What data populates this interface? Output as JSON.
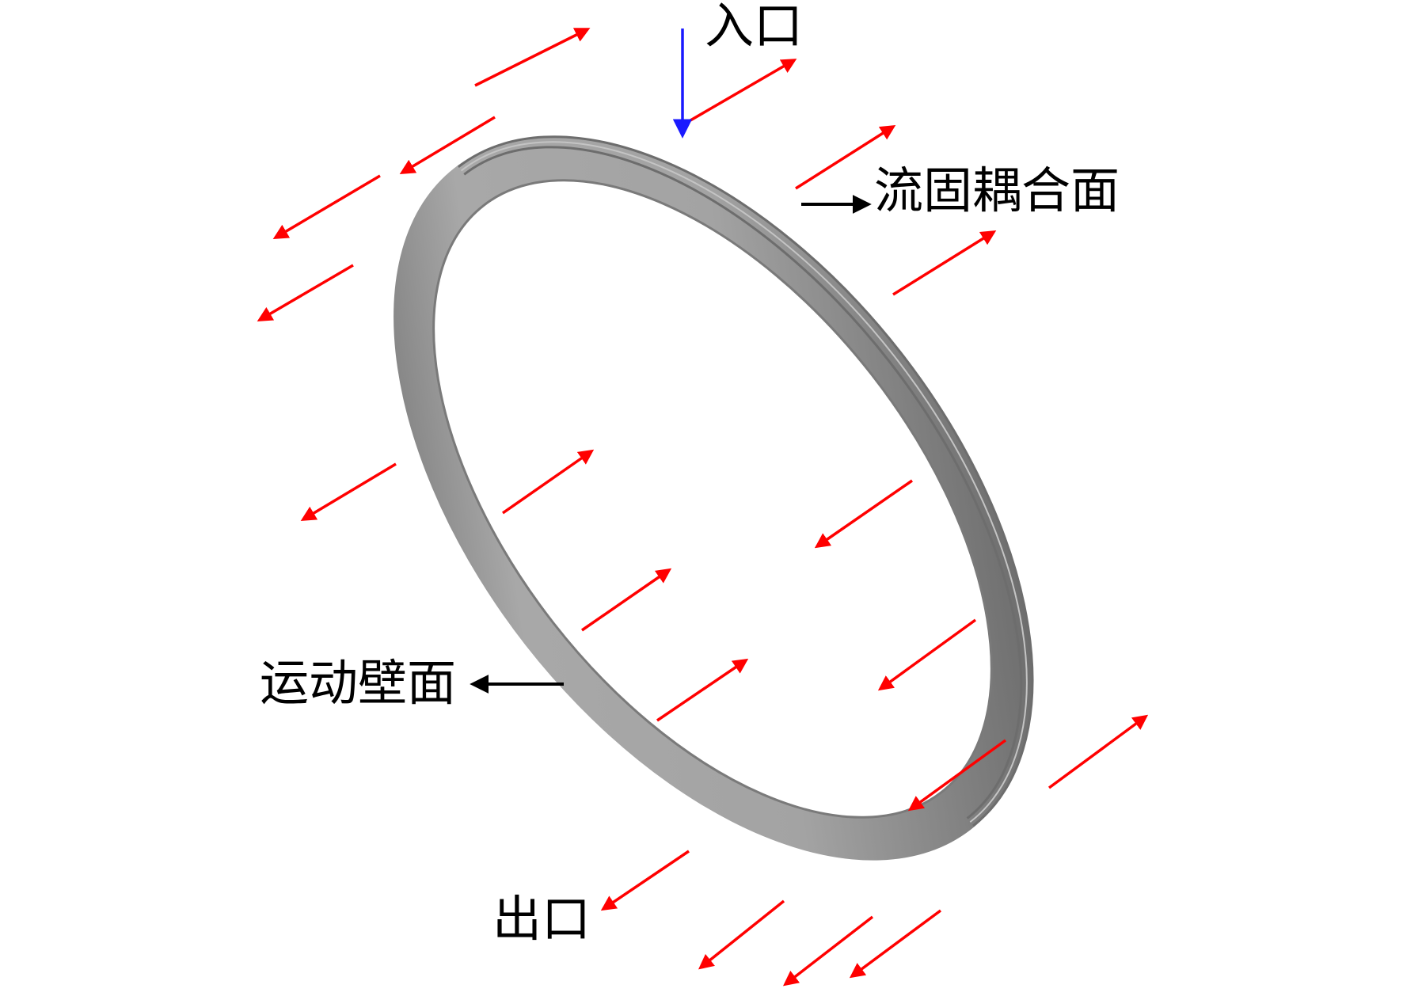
{
  "labels": {
    "inlet": "入口",
    "fsi_surface": "流固耦合面",
    "moving_wall": "运动壁面",
    "outlet": "出口"
  },
  "colors": {
    "ring_light": "#a9a9a9",
    "ring_dark": "#555555",
    "displacement_arrow": "#ff0000",
    "inlet_arrow": "#1a1aff",
    "callout_arrow": "#000000"
  }
}
